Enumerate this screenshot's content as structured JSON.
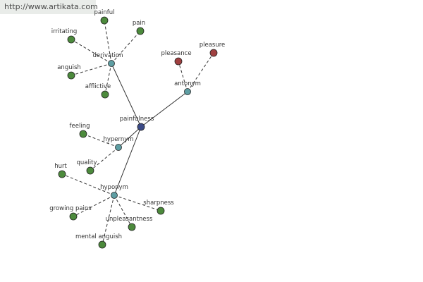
{
  "watermark": "http://www.artikata.com",
  "colors": {
    "root": "#3b4a86",
    "relation": "#5e9ea3",
    "term": "#4c8a3c",
    "antonym_term": "#a04040",
    "stroke": "#333333"
  },
  "graph": {
    "root": {
      "id": "painfulness",
      "label": "painfulness"
    },
    "relations": [
      {
        "id": "derivation",
        "label": "derivation",
        "terms": [
          {
            "id": "painful",
            "label": "painful"
          },
          {
            "id": "pain",
            "label": "pain"
          },
          {
            "id": "irritating",
            "label": "irritating"
          },
          {
            "id": "anguish",
            "label": "anguish"
          },
          {
            "id": "afflictive",
            "label": "afflictive"
          }
        ]
      },
      {
        "id": "antonym",
        "label": "antonym",
        "terms": [
          {
            "id": "pleasance",
            "label": "pleasance"
          },
          {
            "id": "pleasure",
            "label": "pleasure"
          }
        ]
      },
      {
        "id": "hypernym",
        "label": "hypernym",
        "terms": [
          {
            "id": "feeling",
            "label": "feeling"
          },
          {
            "id": "quality",
            "label": "quality"
          }
        ]
      },
      {
        "id": "hyponym",
        "label": "hyponym",
        "terms": [
          {
            "id": "hurt",
            "label": "hurt"
          },
          {
            "id": "sharpness",
            "label": "sharpness"
          },
          {
            "id": "growing-pains",
            "label": "growing pains"
          },
          {
            "id": "unpleasantness",
            "label": "unpleasantness"
          },
          {
            "id": "mental-anguish",
            "label": "mental anguish"
          }
        ]
      }
    ]
  }
}
